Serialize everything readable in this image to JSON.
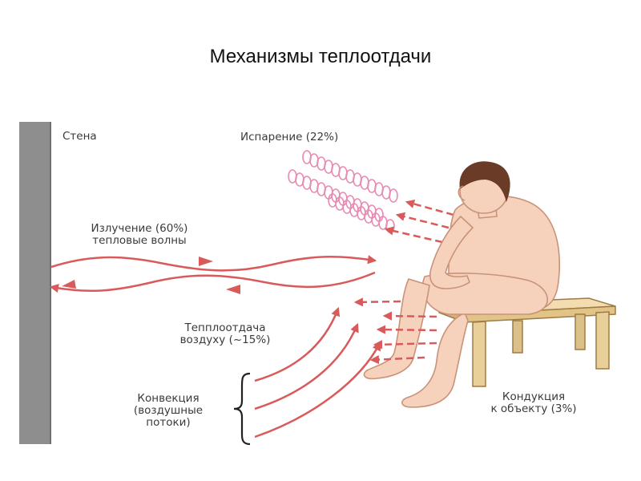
{
  "title": "Механизмы теплоотдачи",
  "labels": {
    "wall": "Стена",
    "evaporation": "Испарение (22%)",
    "radiation_line1": "Излучение (60%)",
    "radiation_line2": "тепловые волны",
    "air_line1": "Тепплоотдача",
    "air_line2": "воздуху (~15%)",
    "convection_line1": "Конвекция",
    "convection_line2": "(воздушные",
    "convection_line3": "потоки)",
    "conduction_line1": "Кондукция",
    "conduction_line2": "к объекту (3%)"
  },
  "colors": {
    "arrow": "#d95a5a",
    "wall": "#8e8e8e",
    "skin": "#f6d2bd",
    "skin_outline": "#c89378",
    "hair": "#6a3b26",
    "stool": "#e9cf9a",
    "stool_outline": "#9e7a45"
  }
}
